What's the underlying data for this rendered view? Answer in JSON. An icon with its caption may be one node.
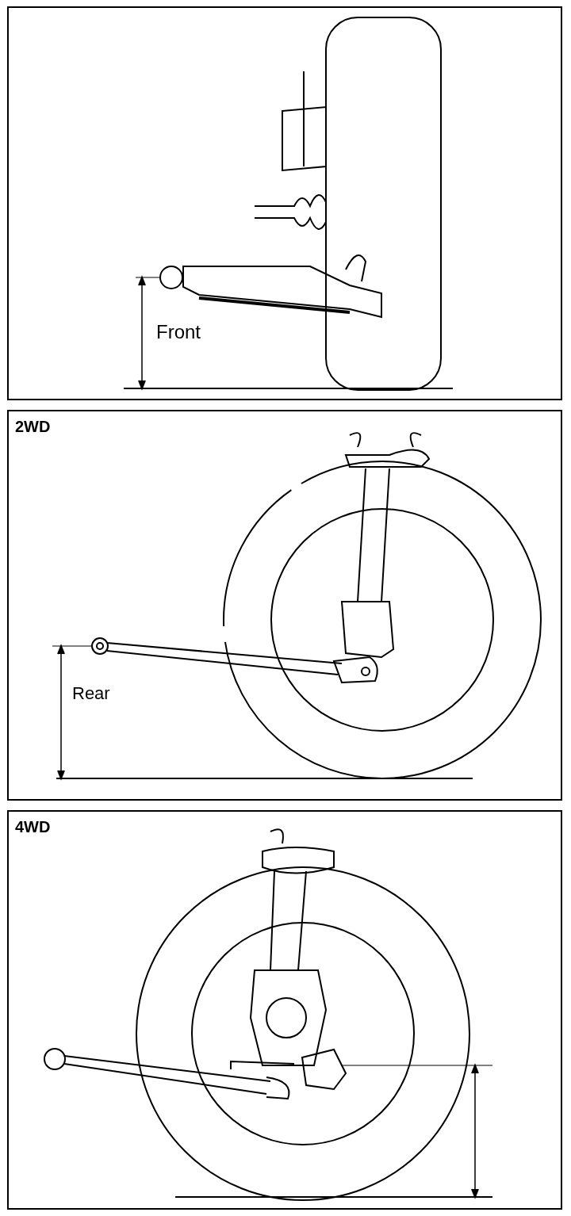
{
  "diagram": {
    "labels": [
      "Front",
      "2WD",
      "Rear",
      "4WD"
    ]
  }
}
